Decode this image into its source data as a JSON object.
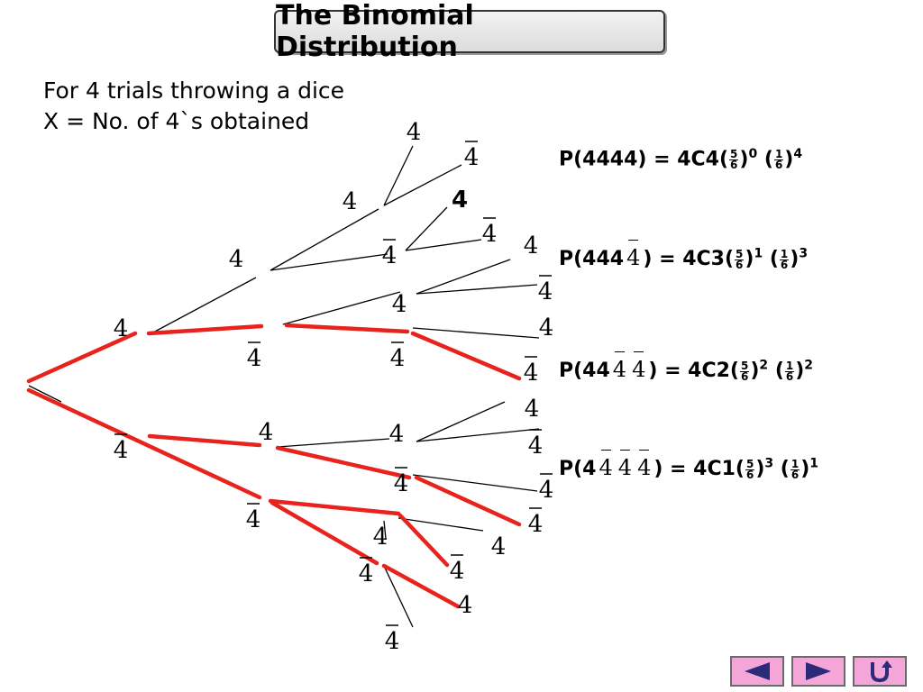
{
  "title": "The Binomial Distribution",
  "intro": {
    "line1": "For 4 trials throwing a dice",
    "line2": "X = No. of 4`s obtained"
  },
  "tree": {
    "success_symbol": "4",
    "failure_symbol": "4",
    "failure_marked_with": "overbar",
    "highlight_color": "#e8221c",
    "line_color": "#000000"
  },
  "formulas": [
    {
      "outcome": "P(4444",
      "after_outcome": ") = 4C4(",
      "exp1": "0",
      "mid": ") (",
      "exp2": "4",
      "frac_a": {
        "num": "5",
        "den": "6"
      },
      "frac_b": {
        "num": "1",
        "den": "6"
      },
      "not_count": 0
    },
    {
      "outcome": "P(444",
      "after_outcome": ") = 4C3(",
      "exp1": "1",
      "mid": ") (",
      "exp2": "3",
      "frac_a": {
        "num": "5",
        "den": "6"
      },
      "frac_b": {
        "num": "1",
        "den": "6"
      },
      "not_count": 1
    },
    {
      "outcome": "P(44",
      "after_outcome": ") = 4C2(",
      "exp1": "2",
      "mid": ") (",
      "exp2": "2",
      "frac_a": {
        "num": "5",
        "den": "6"
      },
      "frac_b": {
        "num": "1",
        "den": "6"
      },
      "not_count": 2
    },
    {
      "outcome": "P(4",
      "after_outcome": ") = 4C1(",
      "exp1": "3",
      "mid": ") (",
      "exp2": "1",
      "frac_a": {
        "num": "5",
        "den": "6"
      },
      "frac_b": {
        "num": "1",
        "den": "6"
      },
      "not_count": 3
    }
  ],
  "nav": {
    "prev_icon": "triangle-left-icon",
    "next_icon": "triangle-right-icon",
    "return_icon": "u-turn-icon",
    "button_color": "#f5a6d8"
  }
}
